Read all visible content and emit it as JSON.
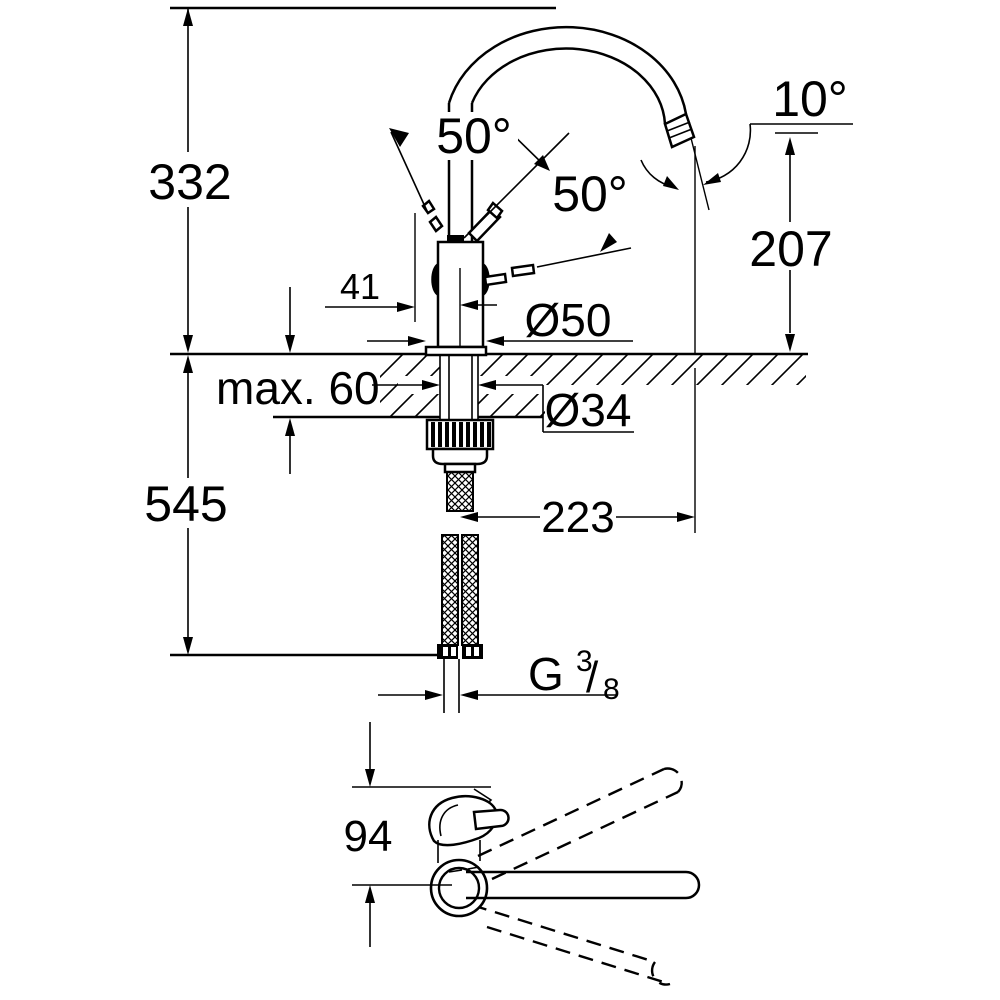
{
  "colors": {
    "ink": "#000000",
    "paper": "#ffffff"
  },
  "front_view": {
    "overall_height": "332",
    "lever_angle_up": "50°",
    "lever_angle_forward": "50°",
    "outlet_angle": "10°",
    "outlet_height": "207",
    "lever_reach": "41",
    "base_diameter": "Ø50",
    "max_deck_thickness": "max. 60",
    "hole_diameter": "Ø34",
    "under_counter_length": "545",
    "spout_reach": "223",
    "thread_g": "G",
    "thread_numerator": "3",
    "thread_slash": "/",
    "thread_denominator": "8"
  },
  "top_view": {
    "body_depth": "94"
  }
}
